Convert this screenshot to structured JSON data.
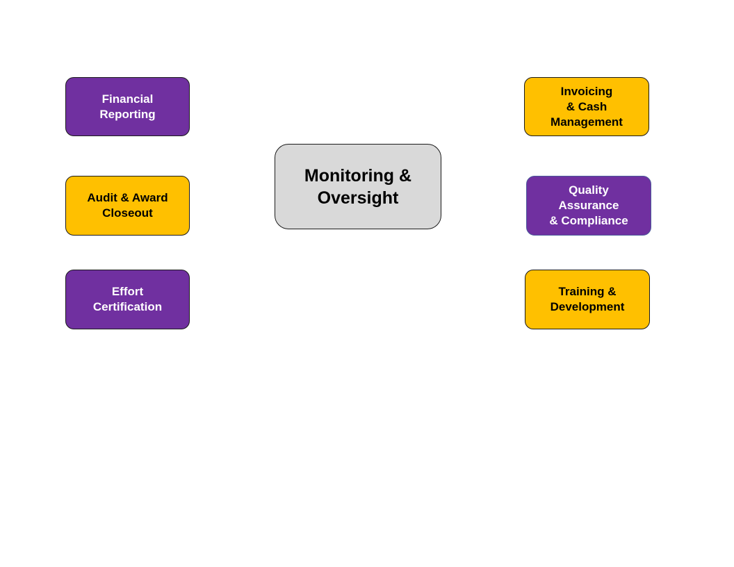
{
  "diagram": {
    "center": {
      "label": "Monitoring &\nOversight"
    },
    "nodes": {
      "financial_reporting": {
        "label": "Financial\nReporting"
      },
      "audit_award_closeout": {
        "label": "Audit & Award\nCloseout"
      },
      "effort_certification": {
        "label": "Effort\nCertification"
      },
      "invoicing_cash_management": {
        "label": "Invoicing\n& Cash\nManagement"
      },
      "quality_assurance_compliance": {
        "label": "Quality\nAssurance\n& Compliance"
      },
      "training_development": {
        "label": "Training &\nDevelopment"
      }
    },
    "colors": {
      "purple": "#7030a0",
      "gold": "#ffc000",
      "center_gray": "#d9d9d9"
    }
  }
}
